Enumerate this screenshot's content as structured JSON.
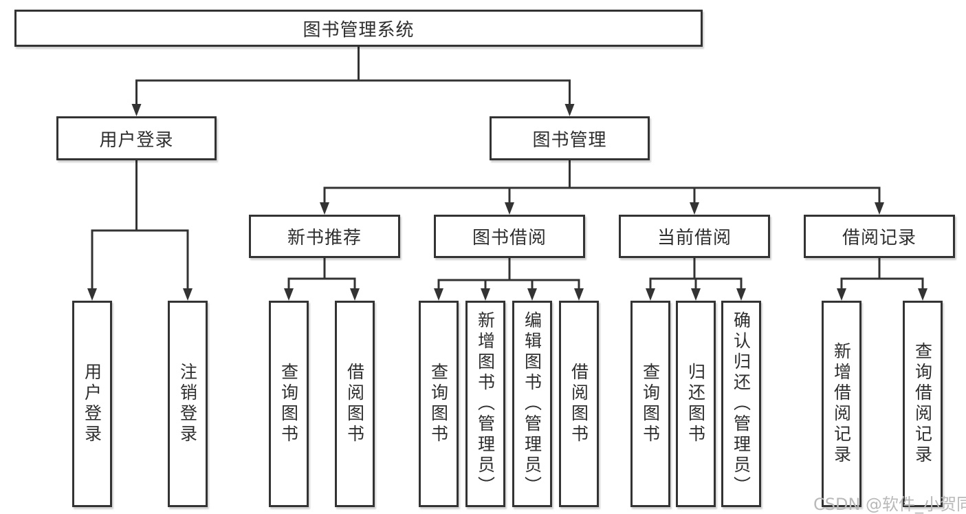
{
  "tree": {
    "label": "图书管理系统",
    "children": [
      {
        "label": "用户登录",
        "children": [
          {
            "label": "用户登录"
          },
          {
            "label": "注销登录"
          }
        ]
      },
      {
        "label": "图书管理",
        "children": [
          {
            "label": "新书推荐",
            "children": [
              {
                "label": "查询图书"
              },
              {
                "label": "借阅图书"
              }
            ]
          },
          {
            "label": "图书借阅",
            "children": [
              {
                "label": "查询图书"
              },
              {
                "label": "新增图书（管理员）"
              },
              {
                "label": "编辑图书（管理员）"
              },
              {
                "label": "借阅图书"
              }
            ]
          },
          {
            "label": "当前借阅",
            "children": [
              {
                "label": "查询图书"
              },
              {
                "label": "归还图书"
              },
              {
                "label": "确认归还（管理员）"
              }
            ]
          },
          {
            "label": "借阅记录",
            "children": [
              {
                "label": "新增借阅记录"
              },
              {
                "label": "查询借阅记录"
              }
            ]
          }
        ]
      }
    ]
  },
  "watermark": {
    "text": "CSDN @软件_小贺同学"
  },
  "colors": {
    "line": "#333333",
    "box_border": "#333333",
    "text": "#2e2e2e",
    "watermark": "#b9b9b9",
    "background": "#ffffff"
  }
}
